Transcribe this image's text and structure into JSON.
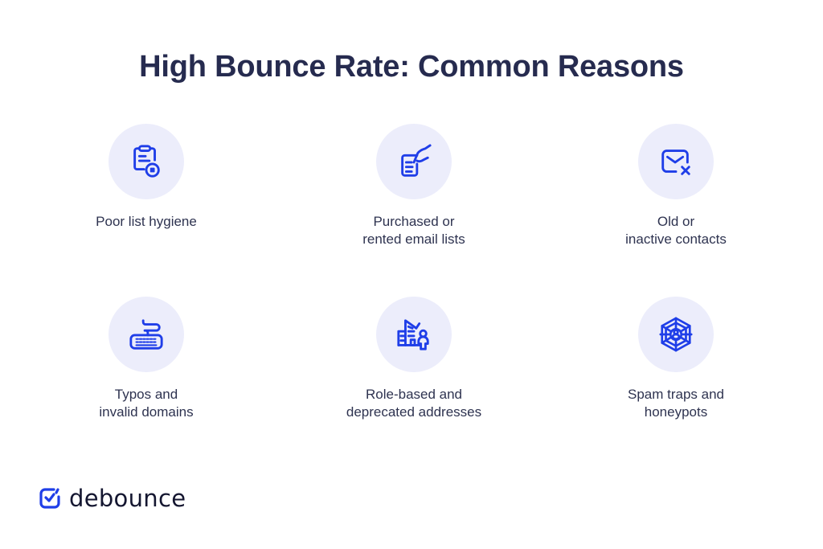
{
  "title": "High Bounce Rate: Common Reasons",
  "colors": {
    "accent": "#1f3ee8",
    "circle_bg": "#ecedfb",
    "title": "#262b4f",
    "text": "#2e3350"
  },
  "reasons": [
    {
      "icon": "clipboard-x-icon",
      "label": "Poor list hygiene"
    },
    {
      "icon": "hand-document-icon",
      "label": "Purchased or\nrented email lists"
    },
    {
      "icon": "mail-x-icon",
      "label": "Old or\ninactive contacts"
    },
    {
      "icon": "keyboard-icon",
      "label": "Typos and\ninvalid domains"
    },
    {
      "icon": "building-person-icon",
      "label": "Role-based and\ndeprecated addresses"
    },
    {
      "icon": "spider-web-icon",
      "label": "Spam traps and\nhoneypots"
    }
  ],
  "brand": {
    "name": "debounce",
    "icon": "debounce-check-logo-icon"
  }
}
